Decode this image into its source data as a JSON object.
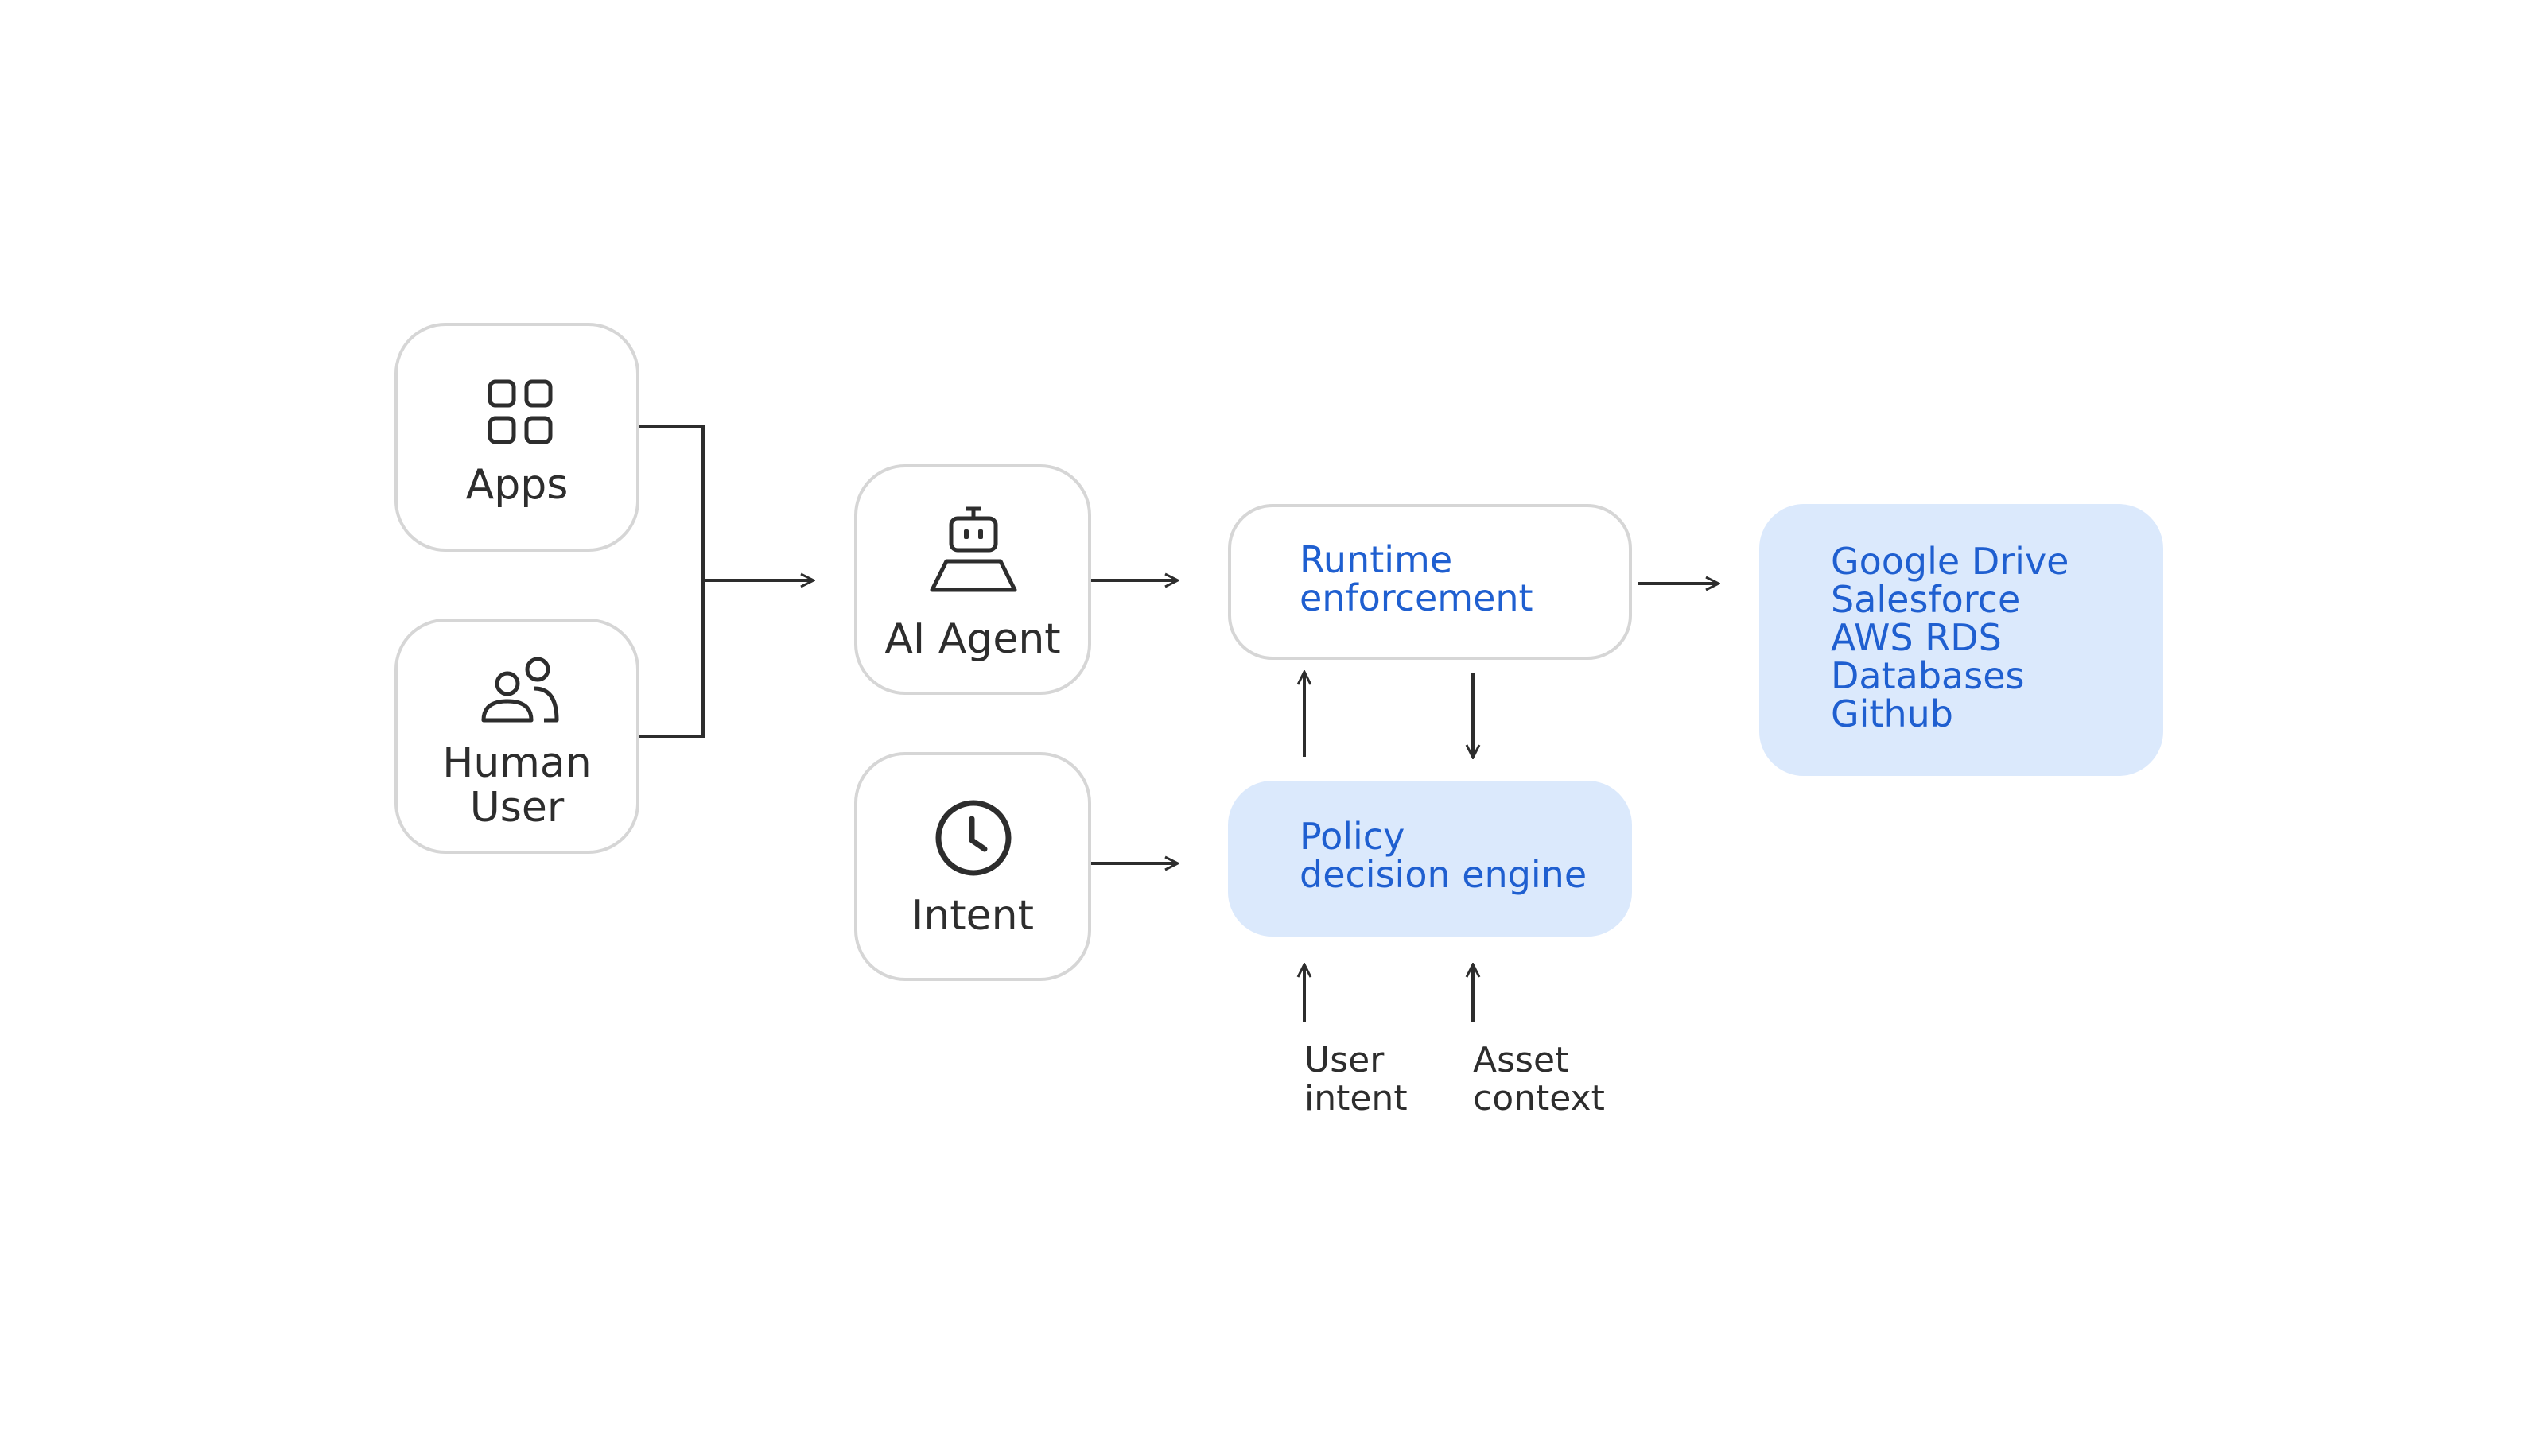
{
  "nodes": {
    "apps": {
      "label": "Apps",
      "icon": "apps-grid-icon"
    },
    "human_user": {
      "label_line1": "Human",
      "label_line2": "User",
      "icon": "users-icon"
    },
    "ai_agent": {
      "label": "AI Agent",
      "icon": "robot-icon"
    },
    "intent": {
      "label": "Intent",
      "icon": "clock-icon"
    },
    "runtime": {
      "line1": "Runtime",
      "line2": "enforcement"
    },
    "policy": {
      "line1": "Policy",
      "line2": "decision engine"
    },
    "destinations": {
      "items": [
        "Google Drive",
        "Salesforce",
        "AWS RDS",
        "Databases",
        "Github"
      ]
    }
  },
  "inputs": {
    "user_intent": {
      "line1": "User",
      "line2": "intent"
    },
    "asset_context": {
      "line1": "Asset",
      "line2": "context"
    }
  },
  "colors": {
    "accent_text": "#1f5fd0",
    "accent_fill": "#dbe9fc",
    "border": "#d6d6d6",
    "text": "#2d2d2d",
    "line": "#2d2d2d"
  }
}
